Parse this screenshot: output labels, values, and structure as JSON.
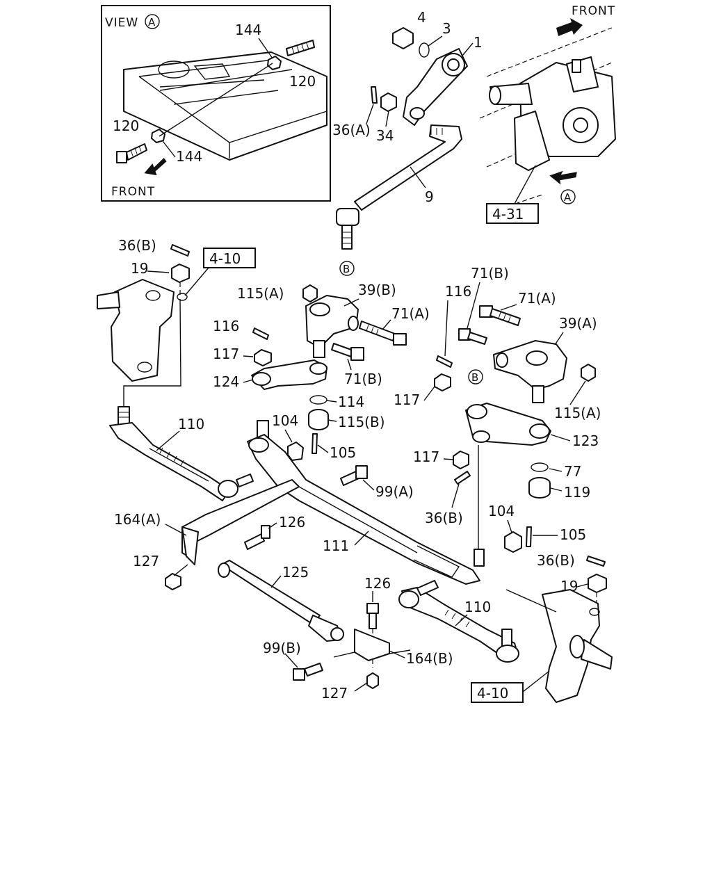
{
  "inset": {
    "view_label": "VIEW",
    "view_marker": "A",
    "front_label": "FRONT",
    "labels": [
      "144",
      "120",
      "120",
      "144"
    ]
  },
  "top_front_label": "FRONT",
  "view_marker_a": "A",
  "refs": {
    "gear_box": "4-31",
    "knuckle_left": "4-10",
    "knuckle_right": "4-10"
  },
  "markers": {
    "b_top": "B",
    "b_mid": "B"
  },
  "labels": {
    "p4": "4",
    "p3": "3",
    "p1": "1",
    "p36a": "36(A)",
    "p34": "34",
    "p9": "9",
    "p36b_tl": "36(B)",
    "p19_tl": "19",
    "p115a_l": "115(A)",
    "p39b": "39(B)",
    "p71a_l": "71(A)",
    "p116_l": "116",
    "p117_l": "117",
    "p71b_l": "71(B)",
    "p124": "124",
    "p114": "114",
    "p115b": "115(B)",
    "p110_l": "110",
    "p104_l": "104",
    "p105_l": "105",
    "p99a": "99(A)",
    "p116_r": "116",
    "p71b_r": "71(B)",
    "p71a_r": "71(A)",
    "p39a": "39(A)",
    "p117_r1": "117",
    "p115a_r": "115(A)",
    "p123": "123",
    "p117_r2": "117",
    "p77": "77",
    "p119": "119",
    "p36b_r": "36(B)",
    "p164a": "164(A)",
    "p126_l": "126",
    "p111": "111",
    "p104_r": "104",
    "p105_r": "105",
    "p36b_rr": "36(B)",
    "p127_l": "127",
    "p125": "125",
    "p19_r": "19",
    "p126_b": "126",
    "p110_r": "110",
    "p99b": "99(B)",
    "p164b": "164(B)",
    "p127_b": "127"
  }
}
